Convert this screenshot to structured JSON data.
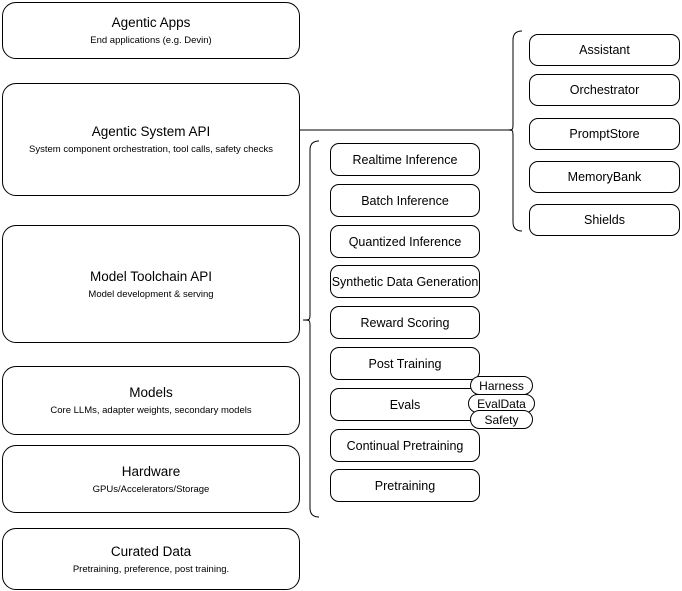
{
  "diagram": {
    "kind": "layered-stack-architecture",
    "left_stack": [
      {
        "title": "Agentic Apps",
        "subtitle": "End applications (e.g. Devin)"
      },
      {
        "title": "Agentic System API",
        "subtitle": "System component orchestration, tool calls, safety checks"
      },
      {
        "title": "Model Toolchain API",
        "subtitle": "Model development & serving"
      },
      {
        "title": "Models",
        "subtitle": "Core LLMs, adapter weights, secondary models"
      },
      {
        "title": "Hardware",
        "subtitle": "GPUs/Accelerators/Storage"
      },
      {
        "title": "Curated Data",
        "subtitle": "Pretraining, preference, post training."
      }
    ],
    "middle_column": [
      {
        "title": "Realtime Inference"
      },
      {
        "title": "Batch Inference"
      },
      {
        "title": "Quantized Inference"
      },
      {
        "title": "Synthetic Data Generation"
      },
      {
        "title": "Reward Scoring"
      },
      {
        "title": "Post Training"
      },
      {
        "title": "Evals"
      },
      {
        "title": "Continual Pretraining"
      },
      {
        "title": "Pretraining"
      }
    ],
    "eval_pills": [
      {
        "title": "Harness"
      },
      {
        "title": "EvalData"
      },
      {
        "title": "Safety"
      }
    ],
    "right_column": [
      {
        "title": "Assistant"
      },
      {
        "title": "Orchestrator"
      },
      {
        "title": "PromptStore"
      },
      {
        "title": "MemoryBank"
      },
      {
        "title": "Shields"
      }
    ],
    "colors": {
      "stroke": "#000000",
      "fill": "#ffffff",
      "text": "#000000"
    }
  }
}
